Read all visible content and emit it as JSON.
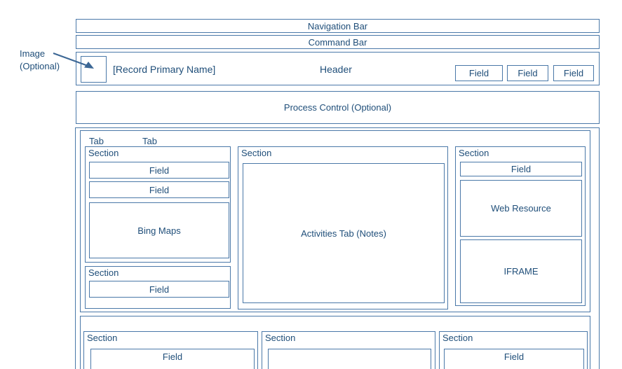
{
  "colors": {
    "border": "#4a78a8",
    "text": "#1f4e79",
    "background": "#ffffff"
  },
  "annotation": {
    "label_line1": "Image",
    "label_line2": "(Optional)",
    "arrow_icon": "arrow-pointing-to-image-box"
  },
  "navigation_bar": {
    "label": "Navigation Bar"
  },
  "command_bar": {
    "label": "Command Bar"
  },
  "header": {
    "record_primary_name": "[Record Primary Name]",
    "label": "Header",
    "fields": [
      {
        "label": "Field"
      },
      {
        "label": "Field"
      },
      {
        "label": "Field"
      }
    ]
  },
  "process_control": {
    "label": "Process Control (Optional)"
  },
  "main_tab_group": {
    "tabs": [
      {
        "label": "Tab"
      },
      {
        "label": "Tab"
      }
    ],
    "left_column": {
      "top_section": {
        "label": "Section",
        "field1": "Field",
        "field2": "Field",
        "bing_maps": "Bing Maps"
      },
      "bottom_section": {
        "label": "Section",
        "field": "Field"
      }
    },
    "middle_column": {
      "section": {
        "label": "Section",
        "content": "Activities Tab (Notes)"
      }
    },
    "right_column": {
      "section": {
        "label": "Section",
        "field": "Field",
        "web_resource": "Web Resource",
        "iframe": "IFRAME"
      }
    }
  },
  "second_tab_group": {
    "sections": [
      {
        "label": "Section",
        "field": "Field"
      },
      {
        "label": "Section",
        "field": ""
      },
      {
        "label": "Section",
        "field": "Field"
      }
    ]
  }
}
